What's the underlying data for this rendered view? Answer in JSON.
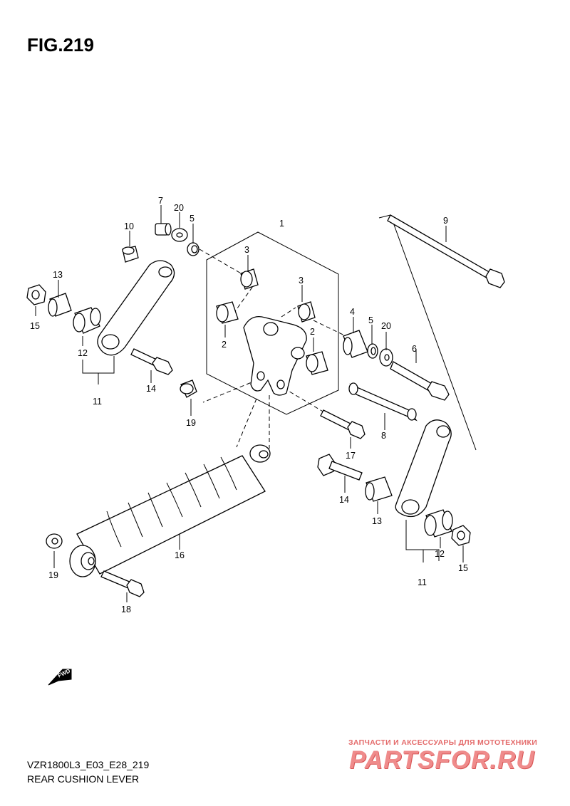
{
  "title": "FIG.219",
  "footer": {
    "model": "VZR1800L3_E03_E28_219",
    "name": "REAR CUSHION LEVER"
  },
  "watermark": {
    "subtitle": "ЗАПЧАСТИ И АКСЕССУАРЫ ДЛЯ МОТОТЕХНИКИ",
    "logo": "PARTSFOR.RU"
  },
  "fwd_mark": "FWD",
  "callouts": {
    "c1": "1",
    "c2a": "2",
    "c2b": "2",
    "c3a": "3",
    "c3b": "3",
    "c4": "4",
    "c5a": "5",
    "c5b": "5",
    "c6": "6",
    "c7": "7",
    "c8": "8",
    "c9": "9",
    "c10": "10",
    "c11a": "11",
    "c11b": "11",
    "c12a": "12",
    "c12b": "12",
    "c13a": "13",
    "c13b": "13",
    "c14a": "14",
    "c14b": "14",
    "c15a": "15",
    "c15b": "15",
    "c16": "16",
    "c17": "17",
    "c18": "18",
    "c19a": "19",
    "c19b": "19",
    "c20a": "20",
    "c20b": "20"
  }
}
